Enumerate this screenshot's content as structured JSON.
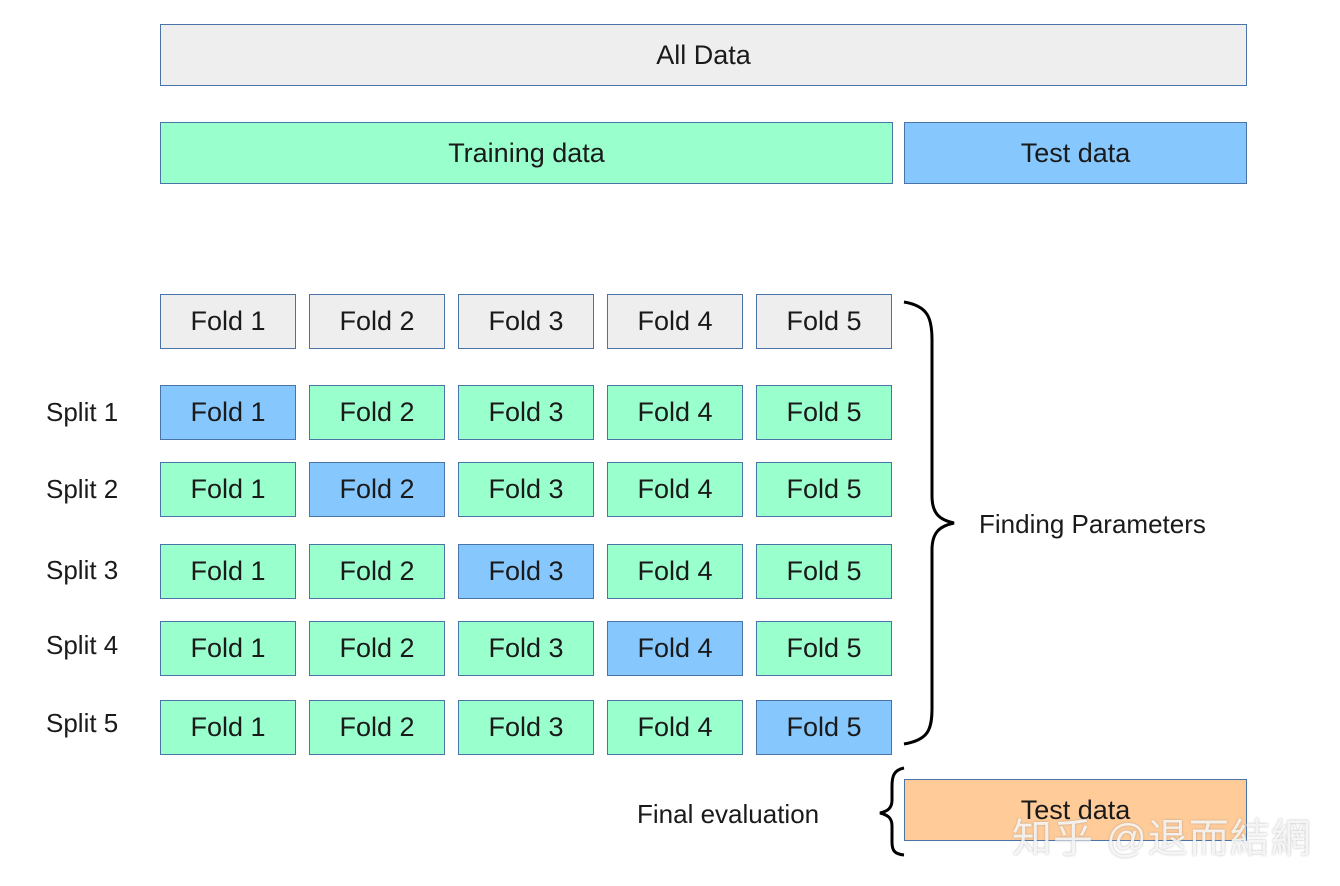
{
  "all_data": "All Data",
  "training_data": "Training data",
  "test_data": "Test data",
  "fold_header": [
    "Fold 1",
    "Fold 2",
    "Fold 3",
    "Fold 4",
    "Fold 5"
  ],
  "splits": [
    {
      "label": "Split 1",
      "folds": [
        "Fold 1",
        "Fold 2",
        "Fold 3",
        "Fold 4",
        "Fold 5"
      ]
    },
    {
      "label": "Split 2",
      "folds": [
        "Fold 1",
        "Fold 2",
        "Fold 3",
        "Fold 4",
        "Fold 5"
      ]
    },
    {
      "label": "Split 3",
      "folds": [
        "Fold 1",
        "Fold 2",
        "Fold 3",
        "Fold 4",
        "Fold 5"
      ]
    },
    {
      "label": "Split 4",
      "folds": [
        "Fold 1",
        "Fold 2",
        "Fold 3",
        "Fold 4",
        "Fold 5"
      ]
    },
    {
      "label": "Split 5",
      "folds": [
        "Fold 1",
        "Fold 2",
        "Fold 3",
        "Fold 4",
        "Fold 5"
      ]
    }
  ],
  "finding_parameters": "Finding Parameters",
  "final_evaluation": "Final evaluation",
  "final_test_data": "Test data",
  "watermark": "知乎 @退而結網",
  "colors": {
    "gray": "#eeeeee",
    "training": "#99ffcc",
    "test": "#86c7fe",
    "final_test": "#ffcc99",
    "border": "#4a74a8"
  }
}
